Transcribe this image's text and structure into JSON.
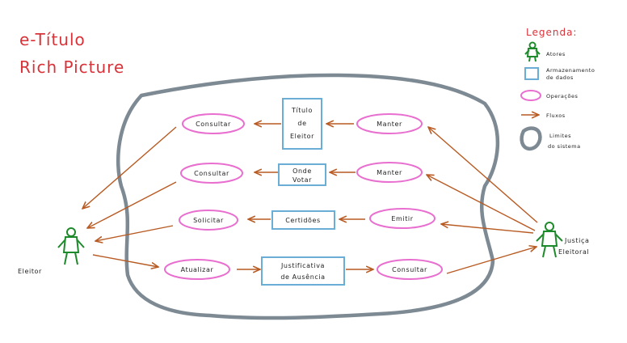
{
  "title": {
    "line1": "e-Título",
    "line2": "Rich Picture"
  },
  "legend": {
    "heading": "Legenda:",
    "actors": "Atores",
    "storage_line1": "Armazenamento",
    "storage_line2": "de dados",
    "operations": "Operações",
    "flows": "Fluxos",
    "limits_line1": "Limites",
    "limits_line2": "do sistema"
  },
  "actors": {
    "eleitor": "Eleitor",
    "justica_line1": "Justiça",
    "justica_line2": "Eleitoral"
  },
  "operations": {
    "consultar_1": "Consultar",
    "consultar_2": "Consultar",
    "solicitar": "Solicitar",
    "atualizar": "Atualizar",
    "manter_1": "Manter",
    "manter_2": "Manter",
    "emitir": "Emitir",
    "consultar_3": "Consultar"
  },
  "stores": {
    "titulo_line1": "Título",
    "titulo_line2": "de",
    "titulo_line3": "Eleitor",
    "onde_line1": "Onde",
    "onde_line2": "Votar",
    "certidoes": "Certidões",
    "justificativa_line1": "Justificativa",
    "justificativa_line2": "de Ausência"
  },
  "colors": {
    "title": "#d9333a",
    "operation_border": "#e86fcf",
    "store_border": "#6aaed6",
    "flow": "#b85a22",
    "actor": "#1e8a2c",
    "boundary": "#7d8a93"
  }
}
